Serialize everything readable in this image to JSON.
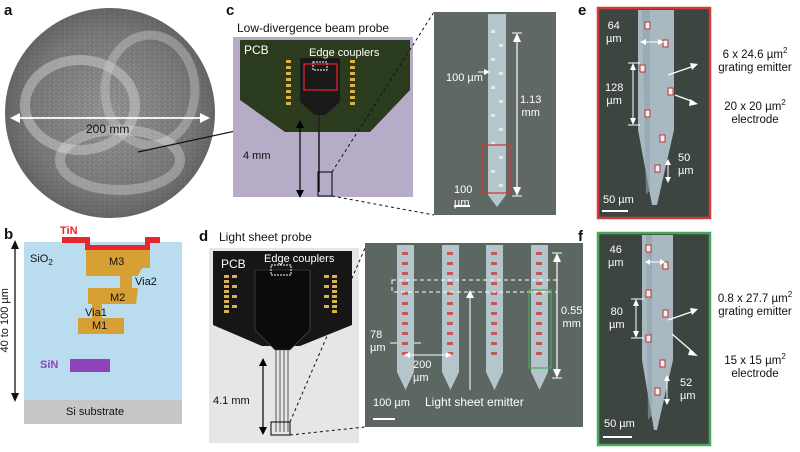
{
  "panels": {
    "a": {
      "label": "a",
      "wafer_diameter": "200 mm"
    },
    "b": {
      "label": "b",
      "tin": "TiN",
      "sio2": "SiO",
      "sio2_sub": "2",
      "m3": "M3",
      "via2": "Via2",
      "m2": "M2",
      "via1": "Via1",
      "m1": "M1",
      "sin": "SiN",
      "substrate": "Si substrate",
      "thickness": "40 to 100 µm"
    },
    "c": {
      "label": "c",
      "title": "Low-divergence beam probe",
      "pcb": "PCB",
      "edge_couplers": "Edge couplers",
      "length": "4 mm",
      "pitch": "100 µm",
      "span_value": "1.13",
      "span_unit": "mm",
      "scale_value": "100",
      "scale_unit": "µm"
    },
    "d": {
      "label": "d",
      "title": "Light sheet probe",
      "pcb": "PCB",
      "edge_couplers": "Edge couplers",
      "length": "4.1 mm",
      "width_value": "78",
      "width_unit": "µm",
      "shank_pitch": "200",
      "shank_pitch_unit": "µm",
      "span_value": "0.55",
      "span_unit": "mm",
      "scale": "100 µm",
      "emitter": "Light sheet emitter"
    },
    "e": {
      "label": "e",
      "pitch_value": "64",
      "pitch_unit": "µm",
      "vert_value": "128",
      "vert_unit": "µm",
      "emitter_size_line1": "6 x 24.6 µm",
      "emitter_size_sup": "2",
      "emitter_size_line2": "grating emitter",
      "electrode_line1": "20 x 20 µm",
      "electrode_sup": "2",
      "electrode_line2": "electrode",
      "tip_value": "50",
      "tip_unit": "µm",
      "scale": "50 µm"
    },
    "f": {
      "label": "f",
      "pitch_value": "46",
      "pitch_unit": "µm",
      "vert_value": "80",
      "vert_unit": "µm",
      "emitter_size_line1": "0.8 x 27.7 µm",
      "emitter_size_sup": "2",
      "emitter_size_line2": "grating emitter",
      "electrode_line1": "15 x 15 µm",
      "electrode_sup": "2",
      "electrode_line2": "electrode",
      "tip_value": "52",
      "tip_unit": "µm",
      "scale": "50 µm"
    }
  },
  "colors": {
    "tin": "#e8262b",
    "metal": "#d6a035",
    "sio2": "#b9dcef",
    "sin": "#8e44b8",
    "substrate": "#c6c6c6",
    "frame_e": "#d23a3a",
    "frame_f": "#4aa85c"
  }
}
